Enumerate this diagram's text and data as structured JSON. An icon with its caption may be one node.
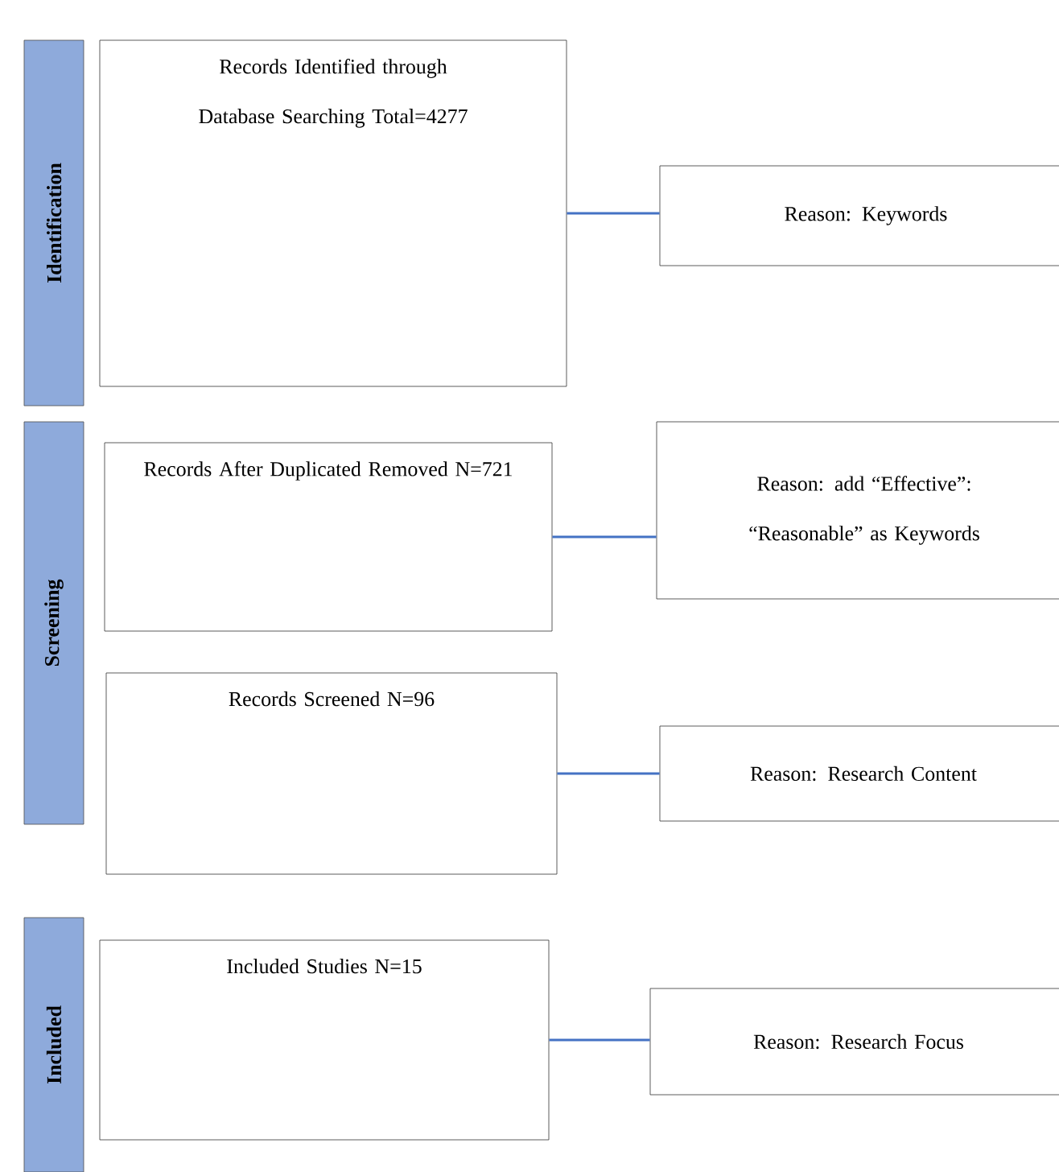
{
  "diagram": {
    "nodes": [
      {
        "text": [
          "Identification"
        ]
      },
      {
        "text": [
          "Records Identified through Database Searching Total=4277"
        ]
      },
      {
        "text": [
          "Reason: Keywords"
        ]
      },
      {
        "text": [
          "Screening"
        ]
      },
      {
        "text": [
          "Records After Duplicated Removed N=721"
        ]
      },
      {
        "text": [
          "Reason: add “Effective”: “Reasonable” as Keywords"
        ]
      },
      {
        "text": [
          "Records Screened N=96"
        ]
      },
      {
        "text": [
          "Reason: Research Content"
        ]
      },
      {
        "text": [
          "Included"
        ]
      },
      {
        "text": [
          "Included Studies N=15"
        ]
      },
      {
        "text": [
          "Reason: Research Focus"
        ]
      }
    ],
    "edges": [
      {
        "from": 1,
        "to": 2,
        "arrow": "none"
      },
      {
        "from": 4,
        "to": 5,
        "arrow": "none"
      },
      {
        "from": 6,
        "to": 7,
        "arrow": "none"
      },
      {
        "from": 9,
        "to": 10,
        "arrow": "none"
      }
    ]
  }
}
